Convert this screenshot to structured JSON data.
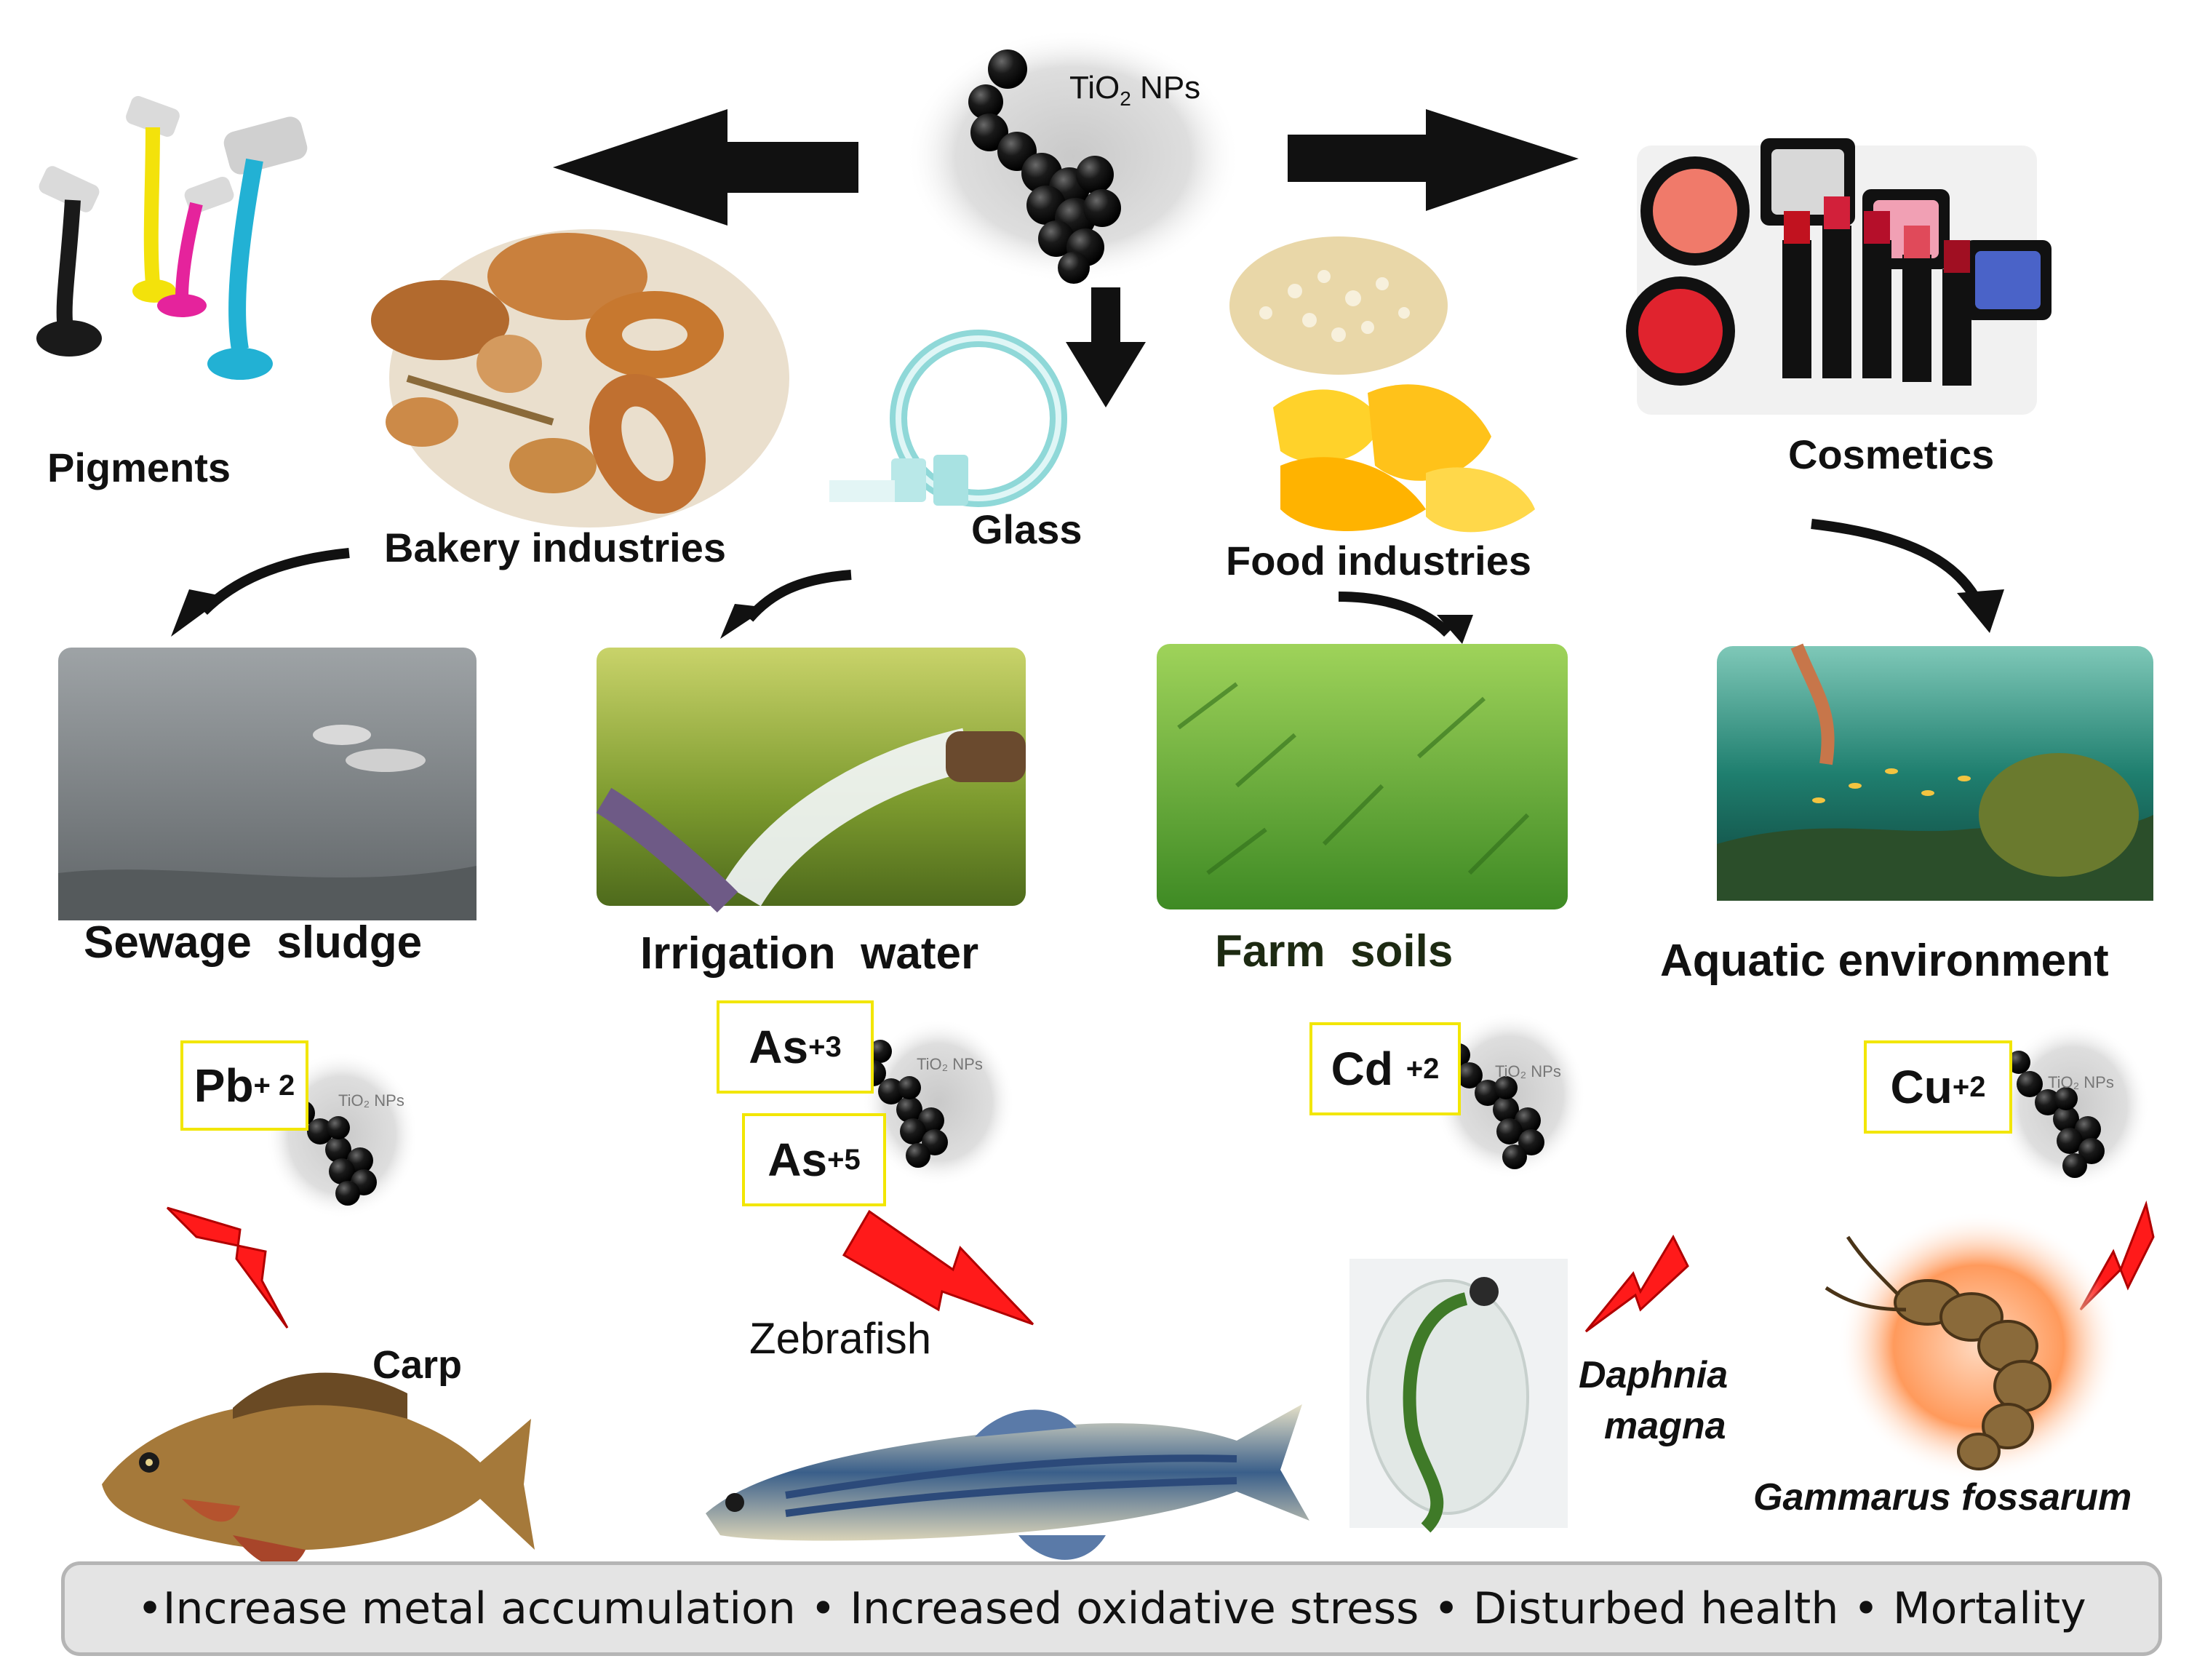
{
  "center": {
    "label_main": "TiO",
    "label_sub": "2",
    "label_tail": " NPs"
  },
  "sources": {
    "pigments": "Pigments",
    "bakery": "Bakery industries",
    "glass": "Glass",
    "food": "Food industries",
    "cosmetics": "Cosmetics"
  },
  "environments": {
    "sewage": "Sewage  sludge",
    "irrigation": "Irrigation  water",
    "farm": "Farm  soils",
    "aquatic": "Aquatic environment"
  },
  "ions": {
    "pb": {
      "base": "Pb",
      "charge": "+ 2"
    },
    "as3": {
      "base": "As",
      "charge": "+3"
    },
    "as5": {
      "base": "As",
      "charge": "+5"
    },
    "cd": {
      "base": "Cd ",
      "charge": "+2"
    },
    "cu": {
      "base": "Cu",
      "charge": "+2"
    }
  },
  "np_tag": "TiO₂ NPs",
  "organisms": {
    "carp": "Carp",
    "zebrafish": "Zebrafish",
    "daphnia_1": "Daphnia",
    "daphnia_2": "magna",
    "gammarus": "Gammarus fossarum"
  },
  "effects": [
    "•Increase metal accumulation",
    "• Increased oxidative stress",
    "• Disturbed health",
    "• Mortality"
  ],
  "colors": {
    "ion_border": "#f2e600",
    "lightning": "#ff1a1a",
    "arrow": "#111111",
    "effects_bg": "#e4e4e4"
  }
}
